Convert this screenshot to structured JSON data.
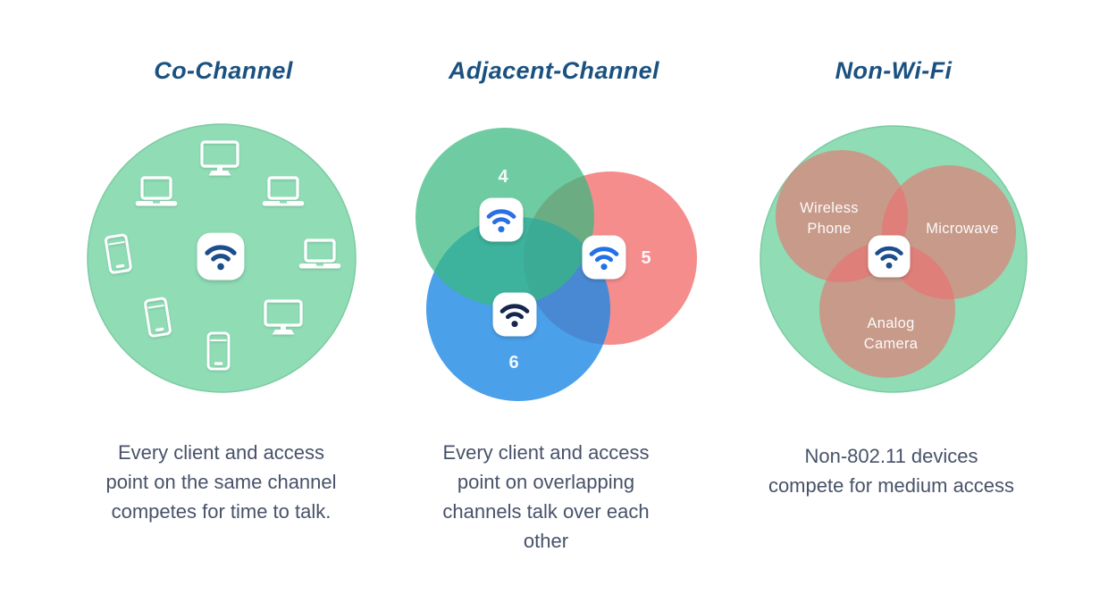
{
  "panels": [
    {
      "title": "Co-Channel",
      "caption_lines": [
        "Every client and access",
        "point on the same channel",
        "competes for time to talk."
      ],
      "devices": [
        "monitor",
        "laptop",
        "laptop",
        "phone",
        "laptop",
        "phone",
        "monitor",
        "phone"
      ],
      "access_point": "wifi-access-point"
    },
    {
      "title": "Adjacent-Channel",
      "caption_lines": [
        "Every client and access",
        "point on overlapping",
        "channels talk over each",
        "other"
      ],
      "channels": [
        {
          "label": "4",
          "color_name": "green"
        },
        {
          "label": "5",
          "color_name": "red"
        },
        {
          "label": "6",
          "color_name": "blue"
        }
      ]
    },
    {
      "title": "Non-Wi-Fi",
      "caption_lines": [
        "Non-802.11 devices",
        "compete for medium access"
      ],
      "interferers": [
        {
          "name": "Wireless Phone",
          "lines": [
            "Wireless",
            "Phone"
          ]
        },
        {
          "name": "Microwave",
          "lines": [
            "Microwave"
          ]
        },
        {
          "name": "Analog Camera",
          "lines": [
            "Analog",
            "Camera"
          ]
        }
      ]
    }
  ],
  "colors": {
    "title_blue": "#1B5180",
    "caption_slate": "#475269",
    "mint_circle_fill": "#8FDCB5",
    "mint_circle_stroke": "#7CCBA2",
    "venn_green": "#37B97E",
    "venn_red": "#F26D6D",
    "venn_blue": "#1E88E5",
    "interferer_red": "#ED6E6E",
    "wifi_dark_blue": "#1D4E8C",
    "wifi_bright_blue": "#2B6FE4",
    "wifi_navy": "#16284E",
    "device_white": "#FFFFFF"
  }
}
